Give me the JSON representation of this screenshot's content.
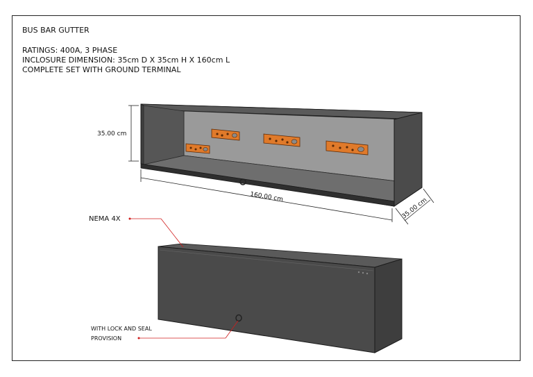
{
  "header": {
    "title": "BUS BAR GUTTER",
    "ratings": "RATINGS: 400A, 3 PHASE",
    "enclosure": "INCLOSURE DIMENSION: 35cm D X 35cm H X 160cm L",
    "complete": "COMPLETE SET WITH GROUND TERMINAL"
  },
  "dimensions": {
    "height": "35.00 cm",
    "length": "160.00 cm",
    "depth": "35.00 cm"
  },
  "callouts": {
    "nema": "NEMA 4X",
    "lock_line1": "WITH LOCK AND SEAL",
    "lock_line2": "PROVISION"
  },
  "colors": {
    "box_dark": "#4a4a4a",
    "box_inner": "#8a8a8a",
    "busbar": "#e07a2a",
    "leader": "#d01c1c"
  }
}
